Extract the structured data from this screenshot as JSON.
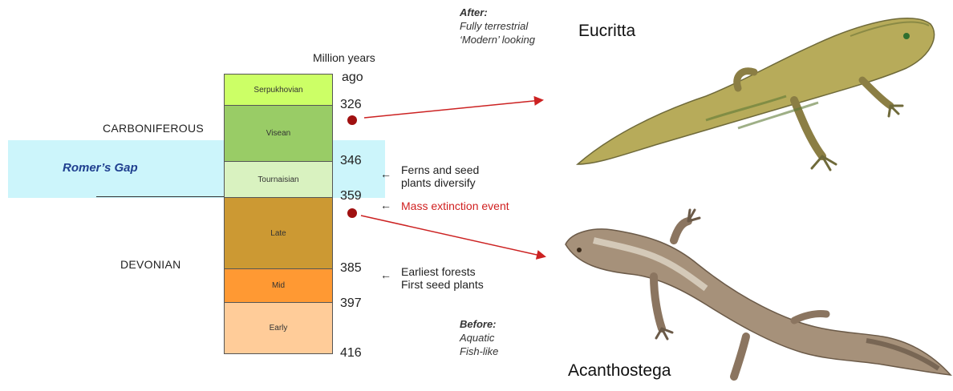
{
  "header": {
    "unit_line1": "Million years",
    "unit_line2": "ago"
  },
  "periods": {
    "carboniferous": "CARBONIFEROUS",
    "devonian": "DEVONIAN"
  },
  "gap_label": "Romer’s Gap",
  "stages": [
    {
      "name": "Serpukhovian",
      "color": "#ccff66"
    },
    {
      "name": "Visean",
      "color": "#99cc66"
    },
    {
      "name": "Tournaisian",
      "color": "#d9f2c0"
    },
    {
      "name": "Late",
      "color": "#cc9933"
    },
    {
      "name": "Mid",
      "color": "#ff9933"
    },
    {
      "name": "Early",
      "color": "#ffcc99"
    }
  ],
  "ages": [
    "326",
    "346",
    "359",
    "385",
    "397",
    "416"
  ],
  "notes": {
    "ferns_line1": "Ferns and seed",
    "ferns_line2": "plants diversify",
    "extinction": "Mass extinction event",
    "forests_line1": "Earliest forests",
    "forests_line2": "First seed plants"
  },
  "after": {
    "title": "After:",
    "line1": "Fully terrestrial",
    "line2": "‘Modern’ looking"
  },
  "before": {
    "title": "Before:",
    "line1": "Aquatic",
    "line2": "Fish-like"
  },
  "animals": {
    "top": "Eucritta",
    "bottom": "Acanthostega"
  },
  "colors": {
    "gap_band": "#ccf5fb",
    "extinction_red": "#d02020",
    "dot": "#a01010",
    "gap_text": "#1f3f8f"
  }
}
